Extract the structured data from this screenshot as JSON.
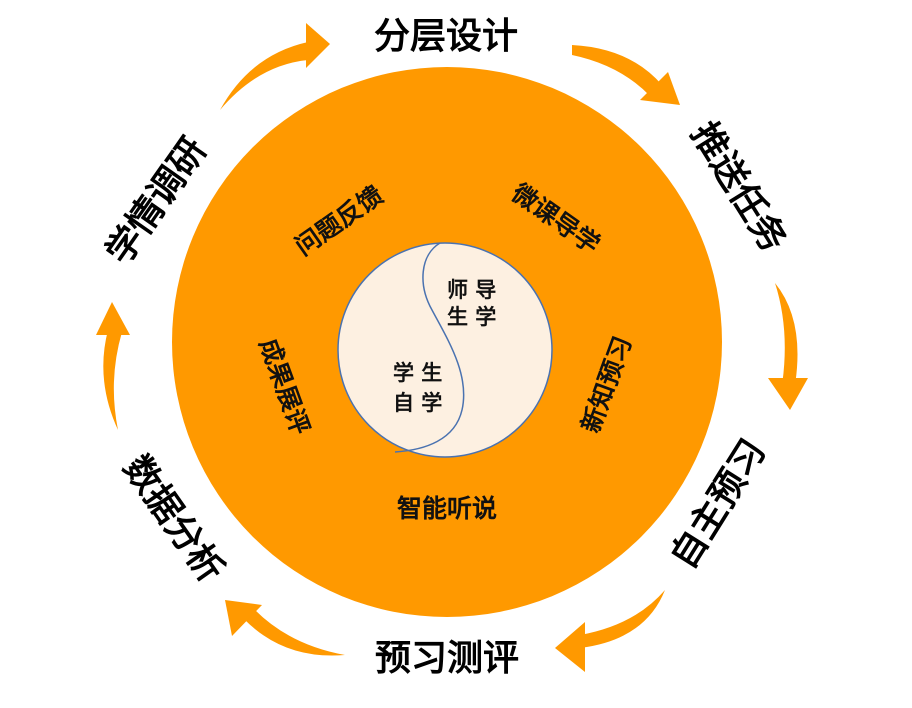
{
  "colors": {
    "orange": "#FF9900",
    "inner_fill": "#FDF0E1",
    "outline": "#4A72B0"
  },
  "cycle": {
    "steps": [
      "分层设计",
      "推送任务",
      "自主预习",
      "预习测评",
      "数据分析",
      "学情调研"
    ]
  },
  "ring": {
    "items": [
      "问题反馈",
      "微课导学",
      "新知预习",
      "智能听说",
      "成果展评"
    ]
  },
  "core": {
    "teacher": {
      "line1": "师 导",
      "line2": "生 学"
    },
    "student": {
      "line1": "学 生",
      "line2": "自 学"
    }
  }
}
